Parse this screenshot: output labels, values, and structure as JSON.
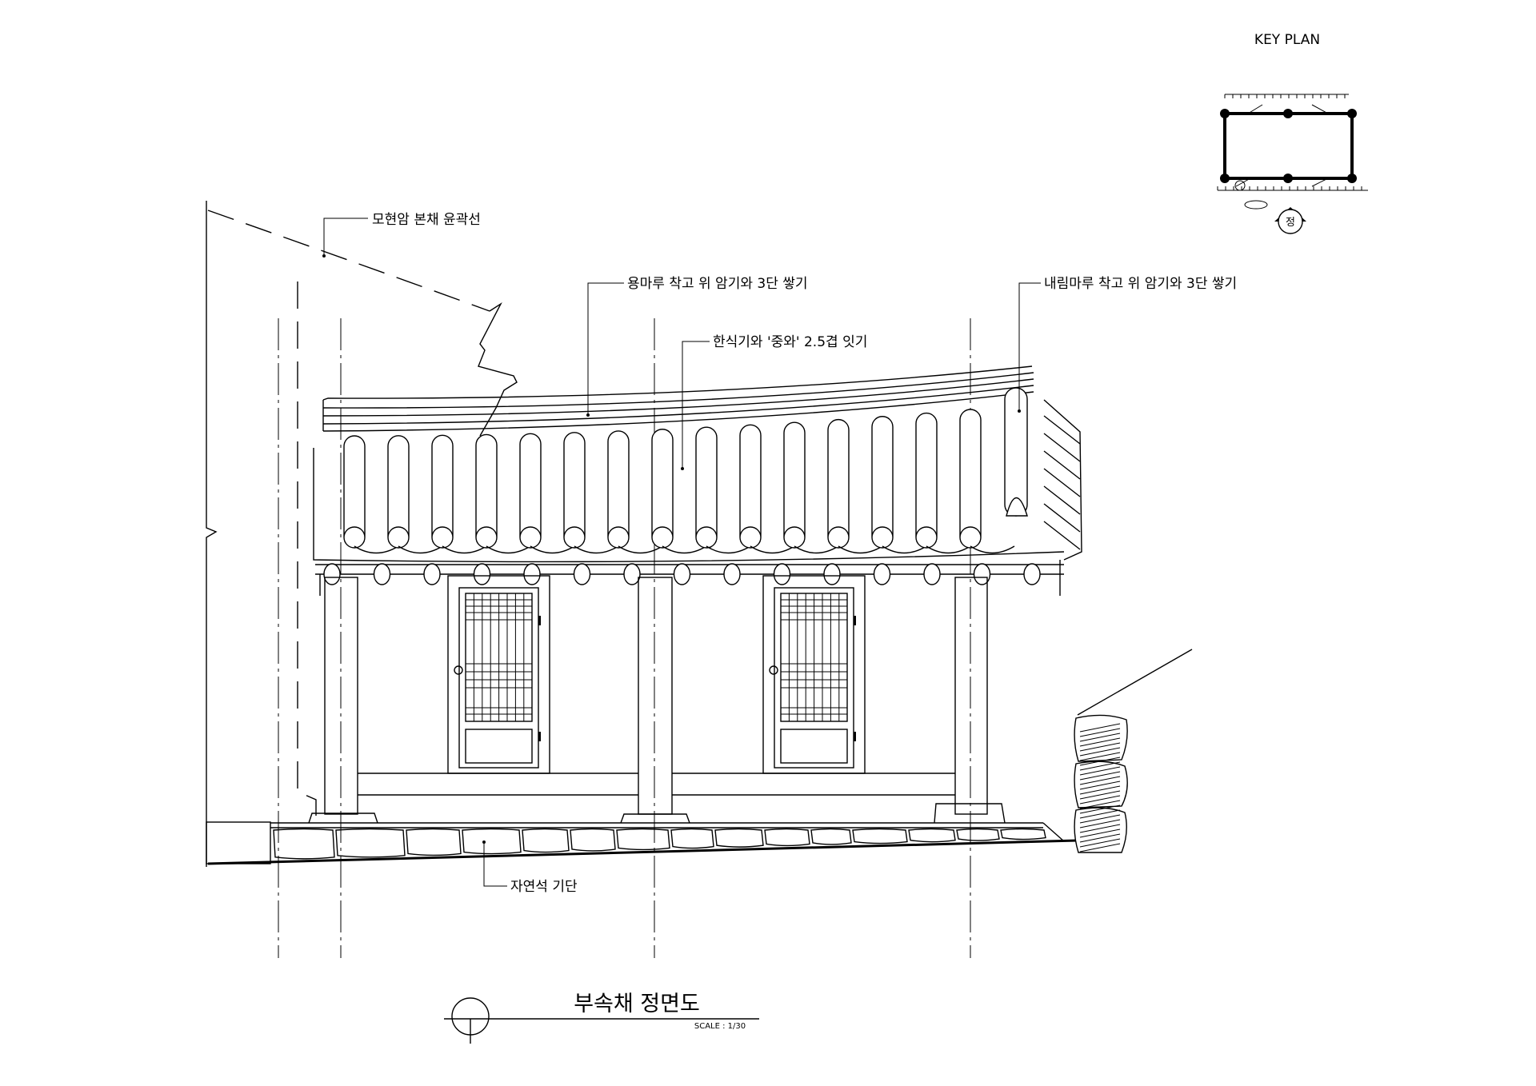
{
  "key_plan": {
    "title": "KEY PLAN",
    "front_mark": "정"
  },
  "annotations": {
    "main_outline": "모현암 본채 윤곽선",
    "ridge": "용마루 착고 위 암기와 3단 쌓기",
    "roof_tiles": "한식기와 '중와' 2.5겹 잇기",
    "hip_ridge": "내림마루 착고 위 암기와 3단 쌓기",
    "foundation": "자연석 기단"
  },
  "title_block": {
    "title": "부속채 정면도",
    "scale": "SCALE : 1/30"
  },
  "drawing": {
    "roof_tile_count": 15,
    "door_count": 2,
    "column_count": 3
  }
}
